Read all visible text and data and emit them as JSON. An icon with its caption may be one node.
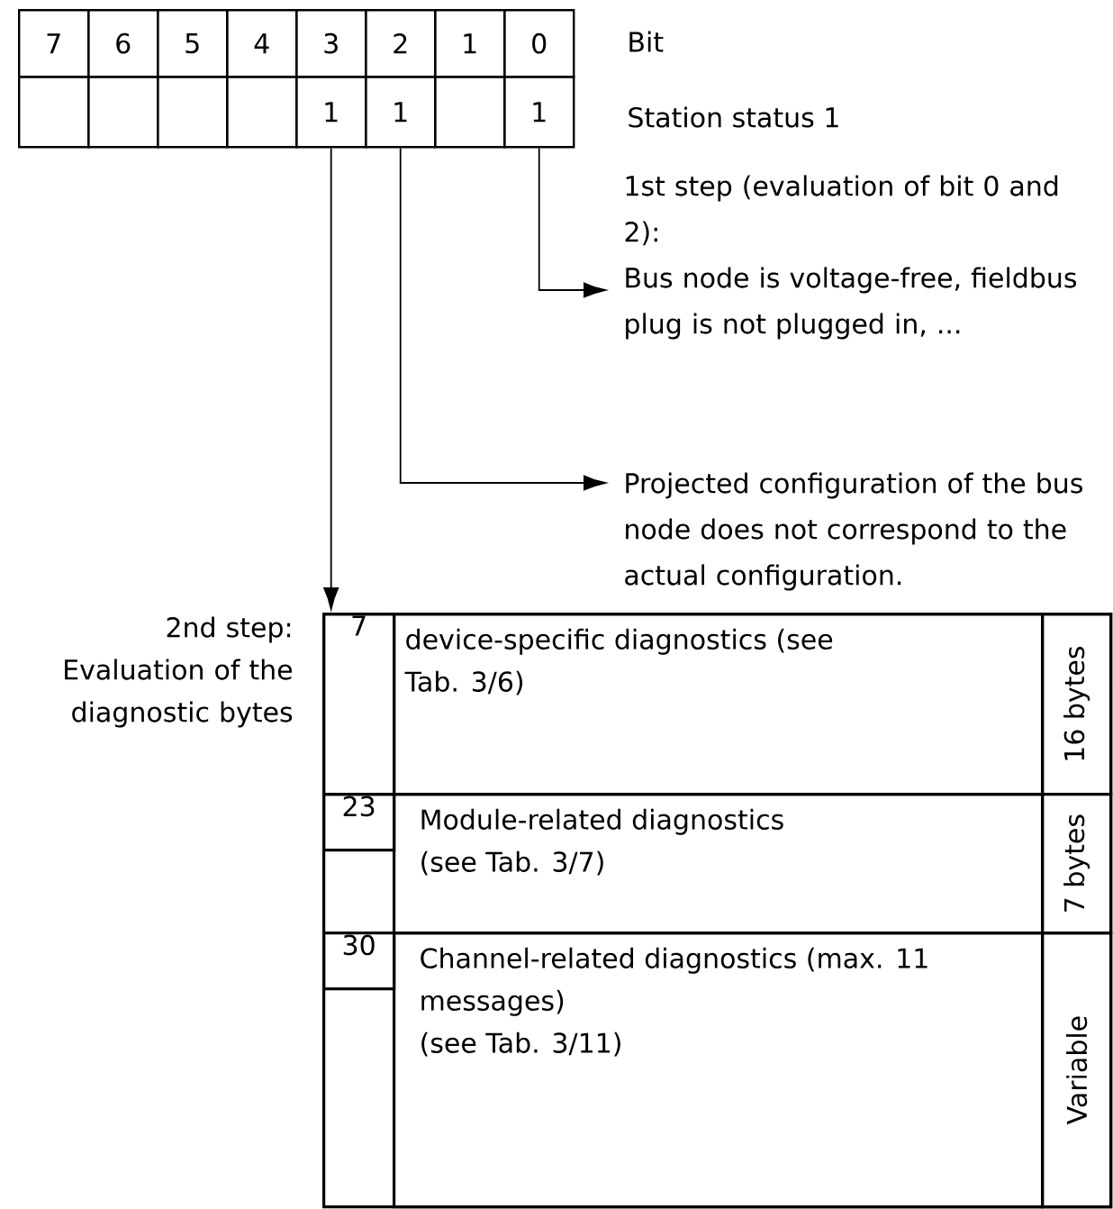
{
  "diagram": {
    "nodes": [
      {
        "text": [
          "7"
        ]
      },
      {
        "text": [
          "6"
        ]
      },
      {
        "text": [
          "5"
        ]
      },
      {
        "text": [
          "4"
        ]
      },
      {
        "text": [
          "3"
        ]
      },
      {
        "text": [
          "2"
        ]
      },
      {
        "text": [
          "1"
        ]
      },
      {
        "text": [
          "0"
        ]
      },
      {
        "text": [],
        "shape": "box"
      },
      {
        "text": [],
        "shape": "box"
      },
      {
        "text": [],
        "shape": "box"
      },
      {
        "text": [],
        "shape": "box"
      },
      {
        "text": [
          "1"
        ]
      },
      {
        "text": [
          "1"
        ]
      },
      {
        "text": [],
        "shape": "box"
      },
      {
        "text": [
          "1"
        ]
      },
      {
        "text": [
          "1st step (evaluation of bit 0 and 2):",
          "Bus node is voltage-free, fieldbus plug is not plugged in, ..."
        ]
      },
      {
        "text": [
          "Projected configuration of the bus node does not correspond to the actual configuration."
        ]
      },
      {
        "text": [],
        "shape": "box",
        "beside": [
          "2nd step: Evaluation of the diagnostic bytes"
        ]
      },
      {
        "text": [
          "7"
        ],
        "in": 18
      },
      {
        "text": [
          "device-specific diagnostics (see Tab. 3/6)"
        ],
        "in": 18
      },
      {
        "text": [
          "16 bytes"
        ],
        "in": 18
      },
      {
        "text": [
          "23"
        ],
        "in": 18
      },
      {
        "text": [
          "Module-related diagnostics (see Tab. 3/7)"
        ],
        "in": 18
      },
      {
        "text": [
          "7 bytes"
        ],
        "in": 18
      },
      {
        "text": [
          "30"
        ],
        "in": 18
      },
      {
        "text": [
          "Channel-related diagnostics (max. 11 messages)",
          "(see Tab. 3/11)"
        ],
        "in": 18
      },
      {
        "text": [
          "Variable"
        ],
        "in": 18
      }
    ],
    "edges": [
      {
        "from": 15,
        "to": 16,
        "arrow": "to"
      },
      {
        "from": 13,
        "to": 17,
        "arrow": "to"
      },
      {
        "from": 12,
        "to": 18,
        "arrow": "to"
      }
    ],
    "labels": [
      "Bit",
      "Station status 1"
    ]
  }
}
